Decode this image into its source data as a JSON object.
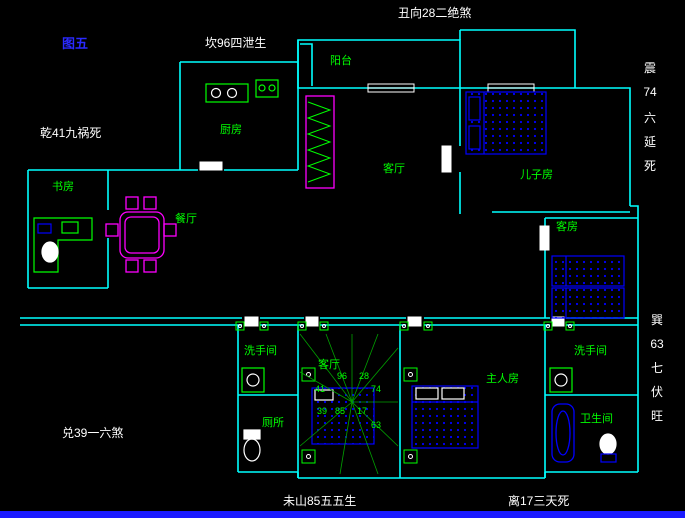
{
  "labels": {
    "figure": "图五",
    "chou": "丑向28二绝煞",
    "kan": "坎96四泄生",
    "qian": "乾41九祸死",
    "zhen": "震74六延死",
    "zhen_chars": [
      "震",
      "74",
      "六",
      "延",
      "死"
    ],
    "xun": "巽63七伏旺",
    "xun_chars": [
      "巽",
      "63",
      "七",
      "伏",
      "旺"
    ],
    "dui": "兑39一六煞",
    "wei": "未山85五五生",
    "li": "离17三天死"
  },
  "rooms": {
    "balcony": "阳台",
    "kitchen": "厨房",
    "living": "客厅",
    "son_room": "儿子房",
    "study": "书房",
    "dining": "餐厅",
    "guest": "客房",
    "washroom_left": "洗手间",
    "toilet": "厕所",
    "center_room": "客厅",
    "master": "主人房",
    "washroom_right": "洗手间",
    "bathroom": "卫生间"
  },
  "compass": {
    "numbers": [
      "96",
      "28",
      "74",
      "41",
      "39",
      "85",
      "17",
      "63"
    ]
  },
  "colors": {
    "wall": "#00ffff",
    "furniture_green": "#00ff00",
    "accent_magenta": "#ff00ff",
    "bed_blue": "#0000ff",
    "label_green": "#00ff00",
    "text_white": "#ffffff",
    "figure_blue": "#2a2aff",
    "bottom_bar": "#1a1aff"
  }
}
